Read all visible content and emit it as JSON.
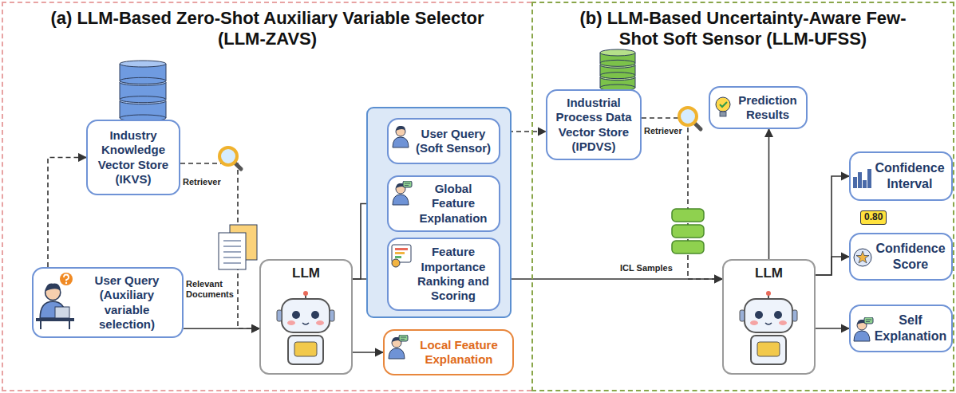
{
  "diagram": {
    "nodes": [
      {
        "text": [
          "(a) LLM-Based Zero-Shot Auxiliary Variable Selector (LLM-ZAVS)"
        ]
      },
      {
        "text": [
          "Industry Knowledge Vector Store (IKVS)"
        ],
        "in": 0
      },
      {
        "text": [
          "User Query (Auxiliary variable selection)"
        ],
        "in": 0
      },
      {
        "text": [
          "LLM"
        ],
        "in": 0
      },
      {
        "text": [
          "User Query (Soft Sensor)"
        ],
        "in": 0
      },
      {
        "text": [
          "Global Feature Explanation"
        ],
        "in": 0
      },
      {
        "text": [
          "Feature Importance Ranking and Scoring"
        ],
        "in": 0
      },
      {
        "text": [
          "Local Feature Explanation"
        ],
        "in": 0
      },
      {
        "text": [
          "(b) LLM-Based Uncertainty-Aware Few-Shot Soft Sensor (LLM-UFSS)"
        ]
      },
      {
        "text": [
          "Industrial Process Data Vector Store (IPDVS)"
        ],
        "in": 8
      },
      {
        "text": [
          "Prediction Results"
        ],
        "in": 8
      },
      {
        "text": [
          "LLM"
        ],
        "in": 8
      },
      {
        "text": [
          "Confidence Interval"
        ],
        "in": 8
      },
      {
        "text": [
          "Confidence Score"
        ],
        "in": 8
      },
      {
        "text": [
          "Self Explanation"
        ],
        "in": 8
      }
    ],
    "edges": [
      {
        "from": 2,
        "to": 1,
        "arrow": "to"
      },
      {
        "from": 1,
        "to": 3,
        "arrow": "to"
      },
      {
        "from": 2,
        "to": 3,
        "arrow": "to"
      },
      {
        "from": 3,
        "to": 5,
        "arrow": "to"
      },
      {
        "from": 3,
        "to": 6,
        "arrow": "to"
      },
      {
        "from": 3,
        "to": 7,
        "arrow": "to"
      },
      {
        "from": 4,
        "to": 9,
        "arrow": "to"
      },
      {
        "from": 6,
        "to": 11,
        "arrow": "to"
      },
      {
        "from": 9,
        "to": 11,
        "arrow": "to"
      },
      {
        "from": 11,
        "to": 10,
        "arrow": "to"
      },
      {
        "from": 11,
        "to": 12,
        "arrow": "to"
      },
      {
        "from": 11,
        "to": 13,
        "arrow": "to"
      },
      {
        "from": 11,
        "to": 14,
        "arrow": "to"
      }
    ],
    "labels": [
      "Retriever",
      "Relevant Documents",
      "Retriever",
      "ICL Samples",
      "0.80"
    ]
  }
}
